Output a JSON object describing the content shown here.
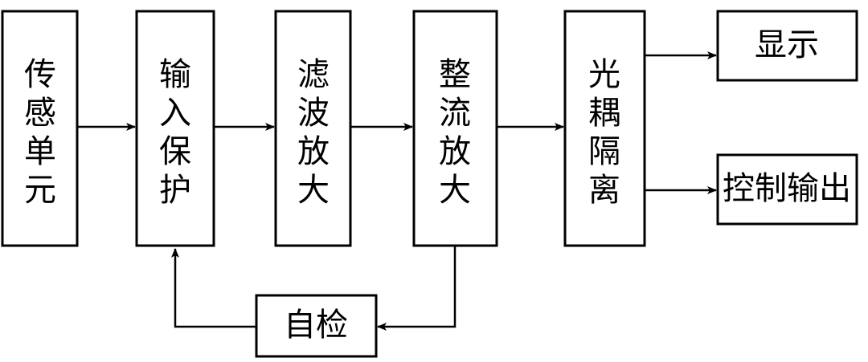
{
  "colors": {
    "stroke": "#000000",
    "background": "#ffffff"
  },
  "nodes": {
    "sensor": "传感单元",
    "input_protection": "输入保护",
    "filter_amplify": "滤波放大",
    "rectify_amplify": "整流放大",
    "optocoupler": "光耦隔离",
    "display": "显示",
    "control_output": "控制输出",
    "self_check": "自检"
  },
  "edges": [
    {
      "from": "sensor",
      "to": "input_protection"
    },
    {
      "from": "input_protection",
      "to": "filter_amplify"
    },
    {
      "from": "filter_amplify",
      "to": "rectify_amplify"
    },
    {
      "from": "rectify_amplify",
      "to": "optocoupler"
    },
    {
      "from": "optocoupler",
      "to": "display"
    },
    {
      "from": "optocoupler",
      "to": "control_output"
    },
    {
      "from": "rectify_amplify",
      "to": "self_check"
    },
    {
      "from": "self_check",
      "to": "input_protection"
    }
  ]
}
